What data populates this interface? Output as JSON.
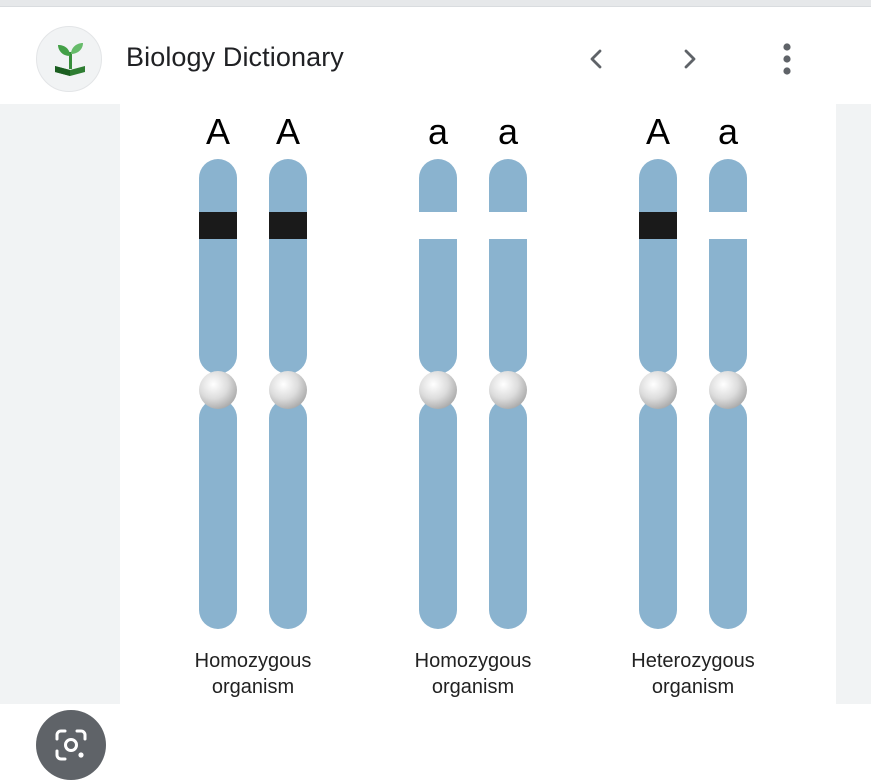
{
  "app": {
    "title": "Biology Dictionary",
    "logo_icon": "plant-book-icon"
  },
  "toolbar": {
    "prev_icon": "chevron-left-icon",
    "next_icon": "chevron-right-icon",
    "more_icon": "more-vert-icon"
  },
  "lens": {
    "icon": "lens-search-icon"
  },
  "colors": {
    "chromosome": "#8ab3cf",
    "dominant_band": "#1a1a1a",
    "recessive_band": "#ffffff"
  },
  "diagram": {
    "groups": [
      {
        "alleles": [
          "A",
          "A"
        ],
        "caption_line1": "Homozygous",
        "caption_line2": "organism"
      },
      {
        "alleles": [
          "a",
          "a"
        ],
        "caption_line1": "Homozygous",
        "caption_line2": "organism"
      },
      {
        "alleles": [
          "A",
          "a"
        ],
        "caption_line1": "Heterozygous",
        "caption_line2": "organism"
      }
    ]
  }
}
